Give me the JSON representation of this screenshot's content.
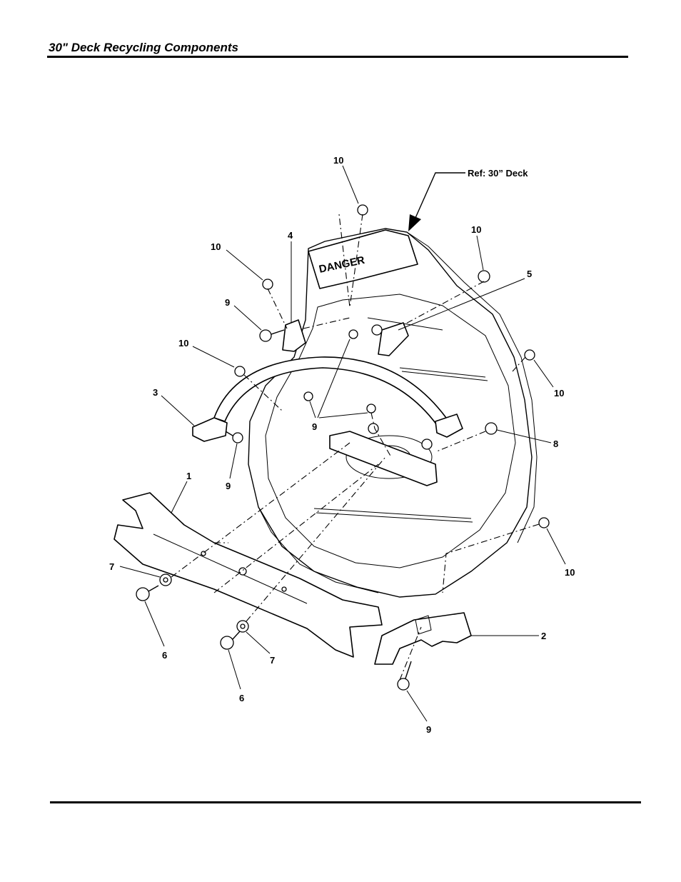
{
  "page": {
    "title": "30\" Deck Recycling Components"
  },
  "diagram": {
    "reference_label": "Ref: 30” Deck",
    "deck_marking": "DANGER",
    "callouts": [
      {
        "id": "c10a",
        "text": "10"
      },
      {
        "id": "c4",
        "text": "4"
      },
      {
        "id": "c10b",
        "text": "10"
      },
      {
        "id": "c10c",
        "text": "10"
      },
      {
        "id": "c5",
        "text": "5"
      },
      {
        "id": "c9a",
        "text": "9"
      },
      {
        "id": "c10d",
        "text": "10"
      },
      {
        "id": "c10e",
        "text": "10"
      },
      {
        "id": "c3",
        "text": "3"
      },
      {
        "id": "c9b",
        "text": "9"
      },
      {
        "id": "c8",
        "text": "8"
      },
      {
        "id": "c9c",
        "text": "9"
      },
      {
        "id": "c1",
        "text": "1"
      },
      {
        "id": "c10f",
        "text": "10"
      },
      {
        "id": "c7a",
        "text": "7"
      },
      {
        "id": "c2",
        "text": "2"
      },
      {
        "id": "c6a",
        "text": "6"
      },
      {
        "id": "c7b",
        "text": "7"
      },
      {
        "id": "c6b",
        "text": "6"
      },
      {
        "id": "c9d",
        "text": "9"
      }
    ]
  }
}
